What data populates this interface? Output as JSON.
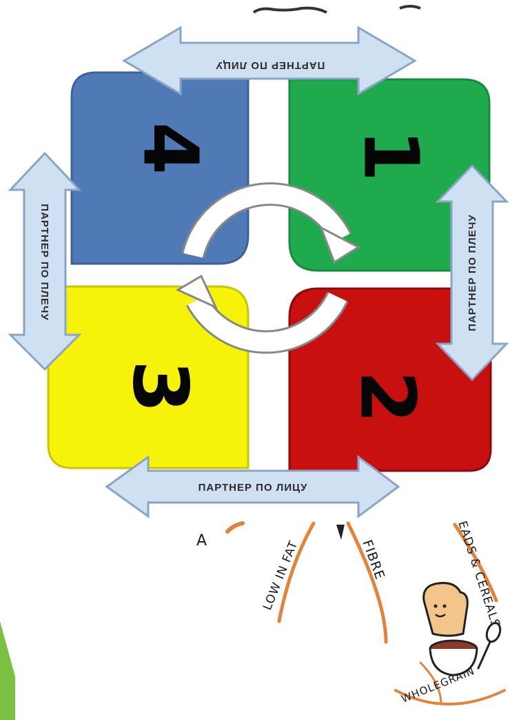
{
  "diagram": {
    "arrow_labels": {
      "top": "ПАРТНЕР ПО ЛИЦУ",
      "bottom": "ПАРТНЕР ПО ЛИЦУ",
      "left": "ПАРТНЕР ПО ПЛЕЧУ",
      "right": "ПАРТНЕР ПО ПЛЕЧУ"
    },
    "quadrants": [
      {
        "number": "1",
        "color": "#1faa4e"
      },
      {
        "number": "2",
        "color": "#c81010"
      },
      {
        "number": "3",
        "color": "#f7f20a"
      },
      {
        "number": "4",
        "color": "#4f7ab5"
      }
    ],
    "arrow_fill": "#cfe0f3"
  },
  "doodle": {
    "words": {
      "a": "A",
      "low_in_fat": "LOW IN FAT",
      "fibre": "FIBRE",
      "breads_cereals": "EADS & CEREALS",
      "wholegrain": "WHOLEGRAIN"
    },
    "line_color": "#e4823a",
    "accent_color": "#7ac143"
  }
}
